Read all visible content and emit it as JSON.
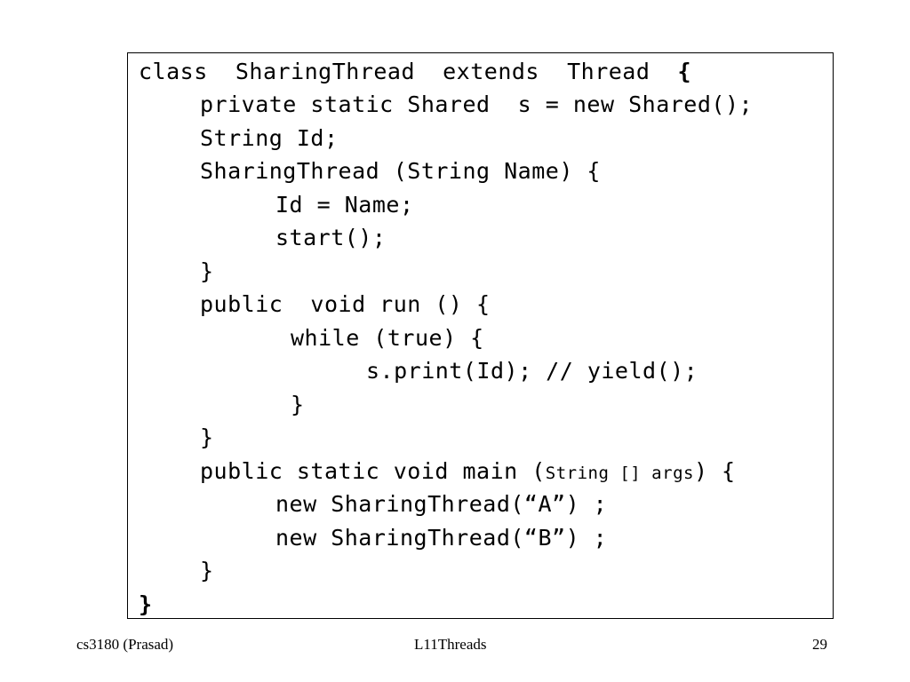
{
  "code": {
    "lines": [
      {
        "pre": "class  SharingThread  extends  Thread  ",
        "bold": "{"
      },
      {
        "text": "private static Shared  s = new Shared();"
      },
      {
        "text": "String Id;"
      },
      {
        "text": "SharingThread (String Name) {"
      },
      {
        "text": "Id = Name;"
      },
      {
        "text": "start();"
      },
      {
        "text": "}"
      },
      {
        "text": "public  void run () {"
      },
      {
        "text": "while (true) {"
      },
      {
        "text": "s.print(Id); // yield();"
      },
      {
        "text": "}"
      },
      {
        "text": "}"
      },
      {
        "pre": "public static void main (",
        "small": "String [] args",
        "post": ") {"
      },
      {
        "text": "new SharingThread(“A”) ;"
      },
      {
        "text": "new SharingThread(“B”) ;"
      },
      {
        "text": "}"
      },
      {
        "bold": "}"
      }
    ]
  },
  "footer": {
    "left": "cs3180 (Prasad)",
    "center": "L11Threads",
    "right": "29"
  }
}
